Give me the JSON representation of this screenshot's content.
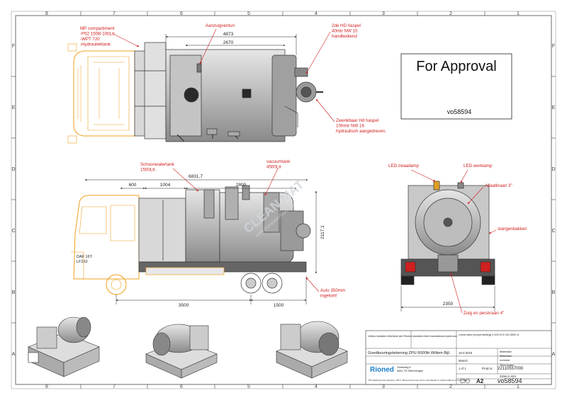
{
  "colors": {
    "annotation": "#d0201f",
    "dimension": "#222222",
    "truck_outline": "#f0a020",
    "tank_fill": "#b9b9b9",
    "frame": "#555555",
    "brand": "#1a7fc8"
  },
  "grid": {
    "top": [
      "8",
      "7",
      "6",
      "5",
      "4",
      "3",
      "2",
      "1"
    ],
    "bottom": [
      "8",
      "7",
      "6",
      "5",
      "4",
      "3",
      "2",
      "1"
    ],
    "left": [
      "F",
      "E",
      "D",
      "C",
      "B",
      "A"
    ],
    "right": [
      "F",
      "E",
      "D",
      "C",
      "B",
      "A"
    ]
  },
  "approval": {
    "title": "For Approval",
    "number": "vo58594"
  },
  "top_view": {
    "callouts": {
      "mp_compartment": [
        "MP compartiment",
        "-P52 150B-100Ltr",
        "-WPT 720",
        "-Hydrauliektank"
      ],
      "aanzuig": "Aanzuigventuri",
      "hd_haspel": [
        "2de HD haspel",
        "40mtr NW 10",
        "handbediend"
      ],
      "zwenk": [
        "Zwenkbaar Hd haspel",
        "100mtr NW 16",
        "hydraulisch aangedreven."
      ]
    },
    "dims": {
      "d4873": "4873",
      "d2670": "2670"
    }
  },
  "side_view": {
    "callouts": {
      "schoonwater": [
        "Schoonwatertank",
        "1500Ltr."
      ],
      "vacuum": [
        "vacuumtank",
        "4500Ltr"
      ],
      "auto": [
        "Auto 350mm",
        "ingekort!"
      ]
    },
    "dims": {
      "overall": "6831,7",
      "d600": "600",
      "d1004": "1004",
      "d2800": "2800",
      "height": "2117,1",
      "d3500": "3500",
      "d1500": "1500"
    },
    "truck_label": [
      "DAF 16T",
      "LF210"
    ]
  },
  "rear_view": {
    "callouts": {
      "zwaailamp": "LED zwaailamp",
      "werklamp": "LED werklamp",
      "aftapkraan": "Aflaatkraan 3\"",
      "slangenbakken": "slangenbakken",
      "zuig": "Zuig en perskraan 4\""
    },
    "dims": {
      "width": "2350"
    }
  },
  "watermark": [
    "CLEAN MAT",
    "www.EuropeanTrucks.nl"
  ],
  "title_block": {
    "notes": [
      "Unless indicated otherwise see Rioned standard sheet manufactured parts and"
    ],
    "tolerance_header": "Linear sizes (except welding) 0-100 ±0,5 100-3000 ±1",
    "title": "Goedkeuringstekening ZPU 6000ltr  Willem Bijl.",
    "date": "16-4-2015",
    "drawn_by": "Marcel",
    "sheet": "1  of 1",
    "prod_label": "Prod.nr.:",
    "prod_no": "22110557000",
    "size_label": "Sizes in mm",
    "scale_label": "A2",
    "drawing_no": "vo58594",
    "company": "Rioned",
    "address": [
      "Groteweg 6",
      "4651 TD Steenbergen"
    ],
    "fields": [
      "Materiaal",
      "Materiaal",
      "nummer",
      "Tekeningen"
    ],
    "disclaimer": "This drawing is the property of B.V. Rioned and may not be reproduced or copied without our permission."
  }
}
